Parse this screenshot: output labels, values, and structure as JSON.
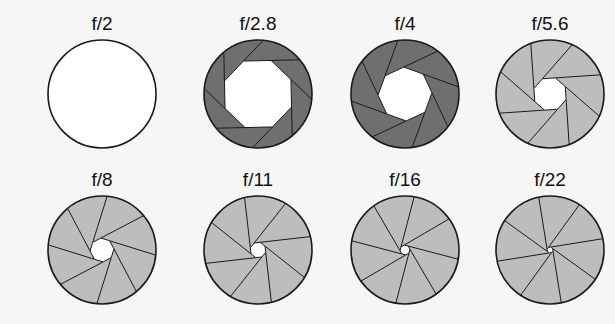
{
  "diagram": {
    "nodes": [
      {
        "text": [
          "f/2"
        ]
      },
      {
        "text": [
          "f/2.8"
        ]
      },
      {
        "text": [
          "f/4"
        ]
      },
      {
        "text": [
          "f/5.6"
        ]
      },
      {
        "text": [
          "f/8"
        ]
      },
      {
        "text": [
          "f/11"
        ]
      },
      {
        "text": [
          "f/16"
        ]
      },
      {
        "text": [
          "f/22"
        ]
      }
    ]
  }
}
